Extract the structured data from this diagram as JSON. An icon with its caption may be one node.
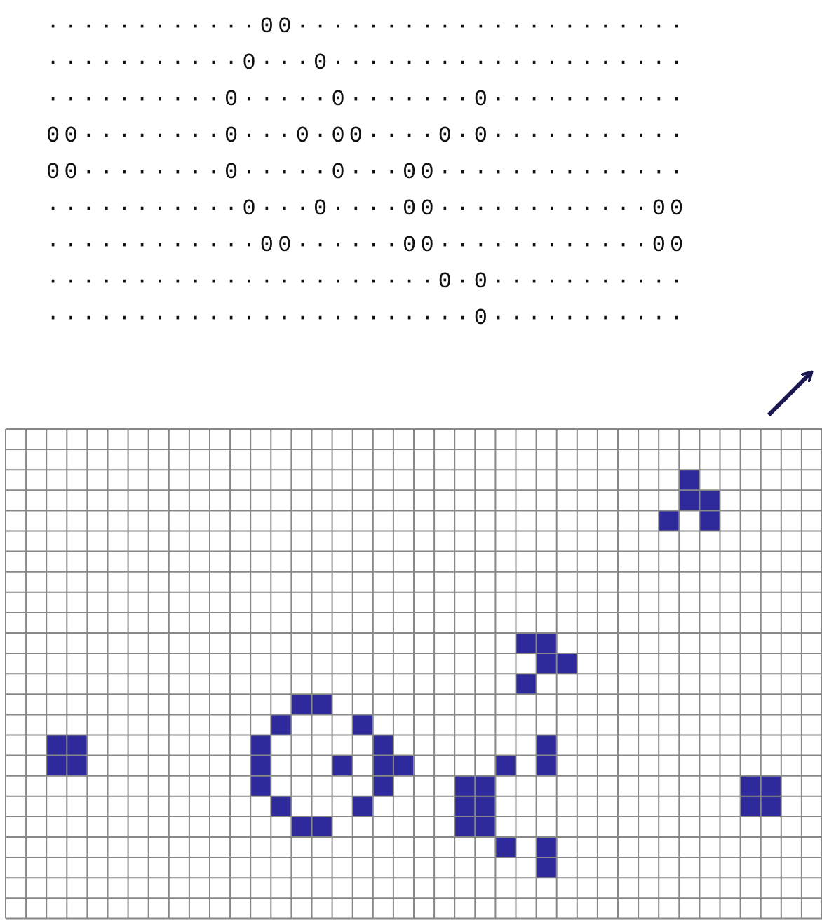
{
  "diagram": {
    "labels": [
      "············00······················",
      "···········0···0····················",
      "··········0·····0·······0···········",
      "00········0···0·00····0·0···········",
      "00········0·····0···00··············",
      "···········0···0····00············00",
      "············00······00············00",
      "······················0·0···········",
      "························0···········"
    ]
  }
}
